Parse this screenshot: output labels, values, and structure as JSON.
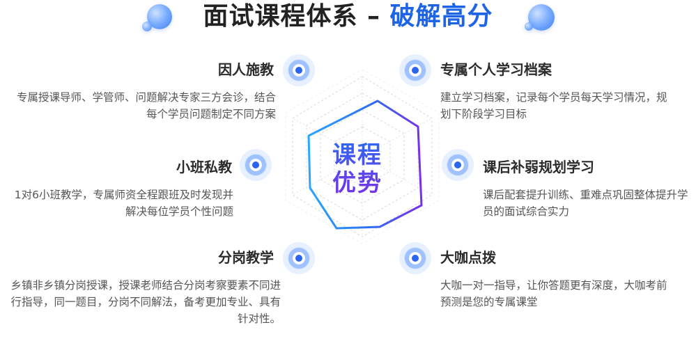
{
  "header": {
    "title_part1": "面试课程体系",
    "title_sep": "–",
    "title_part2": "破解高分"
  },
  "center": {
    "line1": "课程",
    "line2": "优势"
  },
  "features": [
    {
      "side": "left",
      "title": "因人施教",
      "desc": "专属授课导师、学管师、问题解决专家三方会诊，结合每个学员问题制定不同方案",
      "icon": "target-dot-icon"
    },
    {
      "side": "left",
      "title": "小班私教",
      "desc": "1对6小班教学，专属师资全程跟班及时发现并解决每位学员个性问题",
      "icon": "target-dot-icon"
    },
    {
      "side": "left",
      "title": "分岗教学",
      "desc": "乡镇非乡镇分岗授课，授课老师结合分岗考察要素不同进行指导，同一题目，分岗不同解法，备考更加专业、具有针对性。",
      "icon": "target-dot-icon"
    },
    {
      "side": "right",
      "title": "专属个人学习档案",
      "desc": "建立学习档案，记录每个学员每天学习情况，规划下阶段学习目标",
      "icon": "target-dot-icon"
    },
    {
      "side": "right",
      "title": "课后补弱规划学习",
      "desc": "课后配套提升训练、重难点巩固整体提升学员的面试综合实力",
      "icon": "target-dot-icon"
    },
    {
      "side": "right",
      "title": "大咖点拨",
      "desc": "大咖一对一指导，让你答题更有深度，大咖考前预测是您的专属课堂",
      "icon": "target-dot-icon"
    }
  ],
  "colors": {
    "title_dark": "#222222",
    "title_blue": "#1e64e6",
    "accent_blue": "#2a64f0",
    "accent_purple": "#7a31e6"
  }
}
